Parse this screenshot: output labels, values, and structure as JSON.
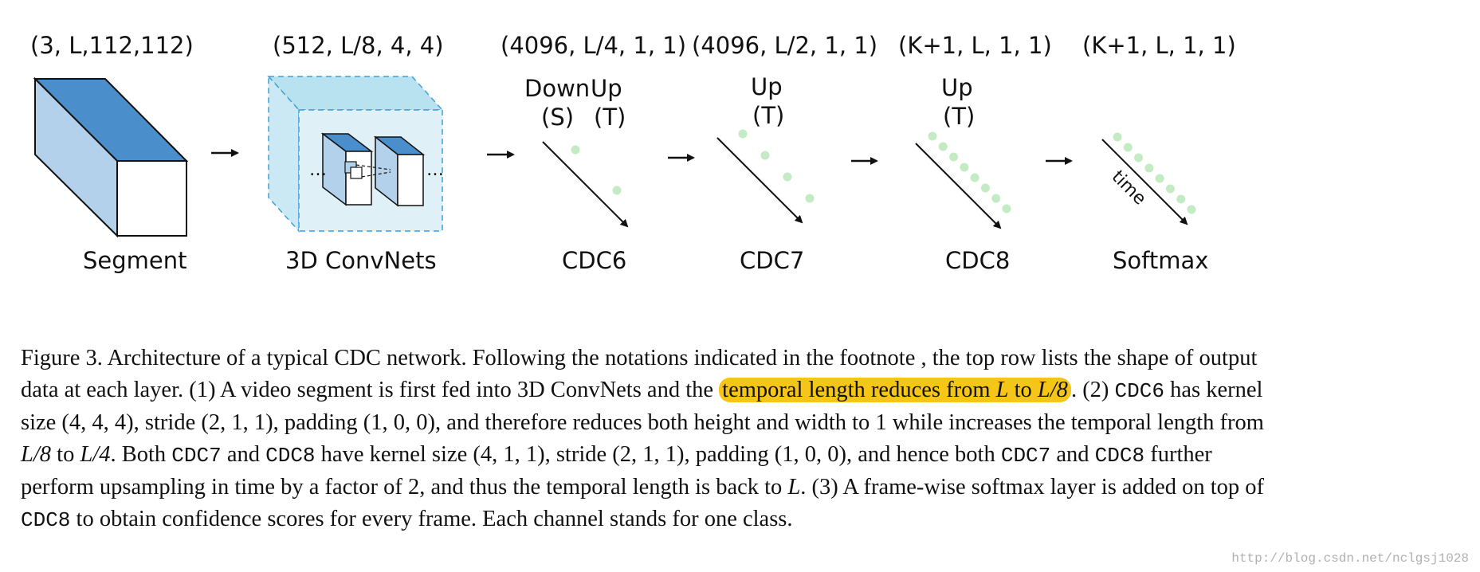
{
  "shapes": [
    "(3, L,112,112)",
    "(512, L/8, 4, 4)",
    "(4096, L/4, 1, 1)",
    "(4096, L/2, 1, 1)",
    "(K+1, L, 1, 1)",
    "(K+1, L, 1, 1)"
  ],
  "layers": [
    "Segment",
    "3D ConvNets",
    "CDC6",
    "CDC7",
    "CDC8",
    "Softmax"
  ],
  "ops": {
    "down": "Down",
    "up": "Up",
    "s": "(S)",
    "t": "(T)",
    "time": "time",
    "dots": "…"
  },
  "caption": {
    "l1": "Figure 3. Architecture of a typical CDC network. Following the notations indicated in the footnote , the top row lists the shape of output",
    "l2a": "data at each layer. (1) A video segment is first fed into 3D ConvNets and the ",
    "l2hl_a": "temporal length reduces from ",
    "l2hl_L": "L",
    "l2hl_to": " to ",
    "l2hl_L8": "L/8",
    "l2b": ". (2) ",
    "l2cdc6": "CDC6",
    "l2c": " has kernel",
    "l3": "size (4, 4, 4), stride (2, 1, 1), padding (1, 0, 0), and therefore reduces both height and width to 1 while increases the temporal length from",
    "l4m1": "L/8",
    "l4a": " to ",
    "l4m2": "L/4",
    "l4b": ". Both ",
    "l4cdc7": "CDC7",
    "l4c": " and ",
    "l4cdc8": "CDC8",
    "l4d": " have kernel size (4, 1, 1), stride (2, 1, 1), padding (1, 0, 0), and hence both ",
    "l4cdc7b": "CDC7",
    "l4e": " and ",
    "l4cdc8b": "CDC8",
    "l4f": " further",
    "l5a": "perform upsampling in time by a factor of 2, and thus the temporal length is back to ",
    "l5m": "L",
    "l5b": ". (3) A frame-wise softmax layer is added on top of",
    "l6cdc8": "CDC8",
    "l6a": " to obtain confidence scores for every frame. Each channel stands for one class."
  },
  "watermark": "http://blog.csdn.net/nclgsj1028",
  "colors": {
    "cube_top": "#4a8fcc",
    "cube_side": "#b3d1eb",
    "conv_fill": "#dff0f7",
    "conv_stroke": "#3fa1d6",
    "dot": "#c4ebc4",
    "highlight": "#f5c518"
  },
  "dots": {
    "cdc6": 2,
    "cdc7": 4,
    "cdc8": 8,
    "softmax": 8
  }
}
